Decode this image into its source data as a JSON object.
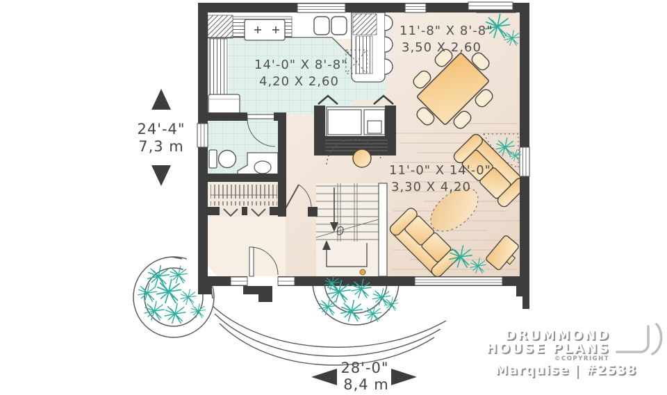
{
  "rooms": {
    "kitchen": {
      "imperial": "14'-0\" X 8'-8\"",
      "metric": "4,20 X 2,60"
    },
    "dining": {
      "imperial": "11'-8\" X 8'-8\"",
      "metric": "3,50 X 2,60"
    },
    "living": {
      "imperial": "11'-0\" X 14'-0\"",
      "metric": "3,30 X 4,20"
    }
  },
  "overall_dimensions": {
    "depth_imperial": "24'-4\"",
    "depth_metric": "7,3 m",
    "width_imperial": "28'-0\"",
    "width_metric": "8,4 m"
  },
  "branding": {
    "company_line1": "DRUMMOND",
    "company_line2": "HOUSE PLANS",
    "copyright": "©COPYRIGHT",
    "plan_name": "Marquise | #2538"
  },
  "colors": {
    "wall": "#3d3d3d",
    "tile": "#e1f0eb",
    "tile_line": "#c6e2da",
    "floor_light": "#faf4ee",
    "floor_dark": "#eadacb",
    "furniture_tan": "#f2c27e",
    "plant_teal": "#2aaf9f",
    "label_text": "#4f4f4f"
  }
}
